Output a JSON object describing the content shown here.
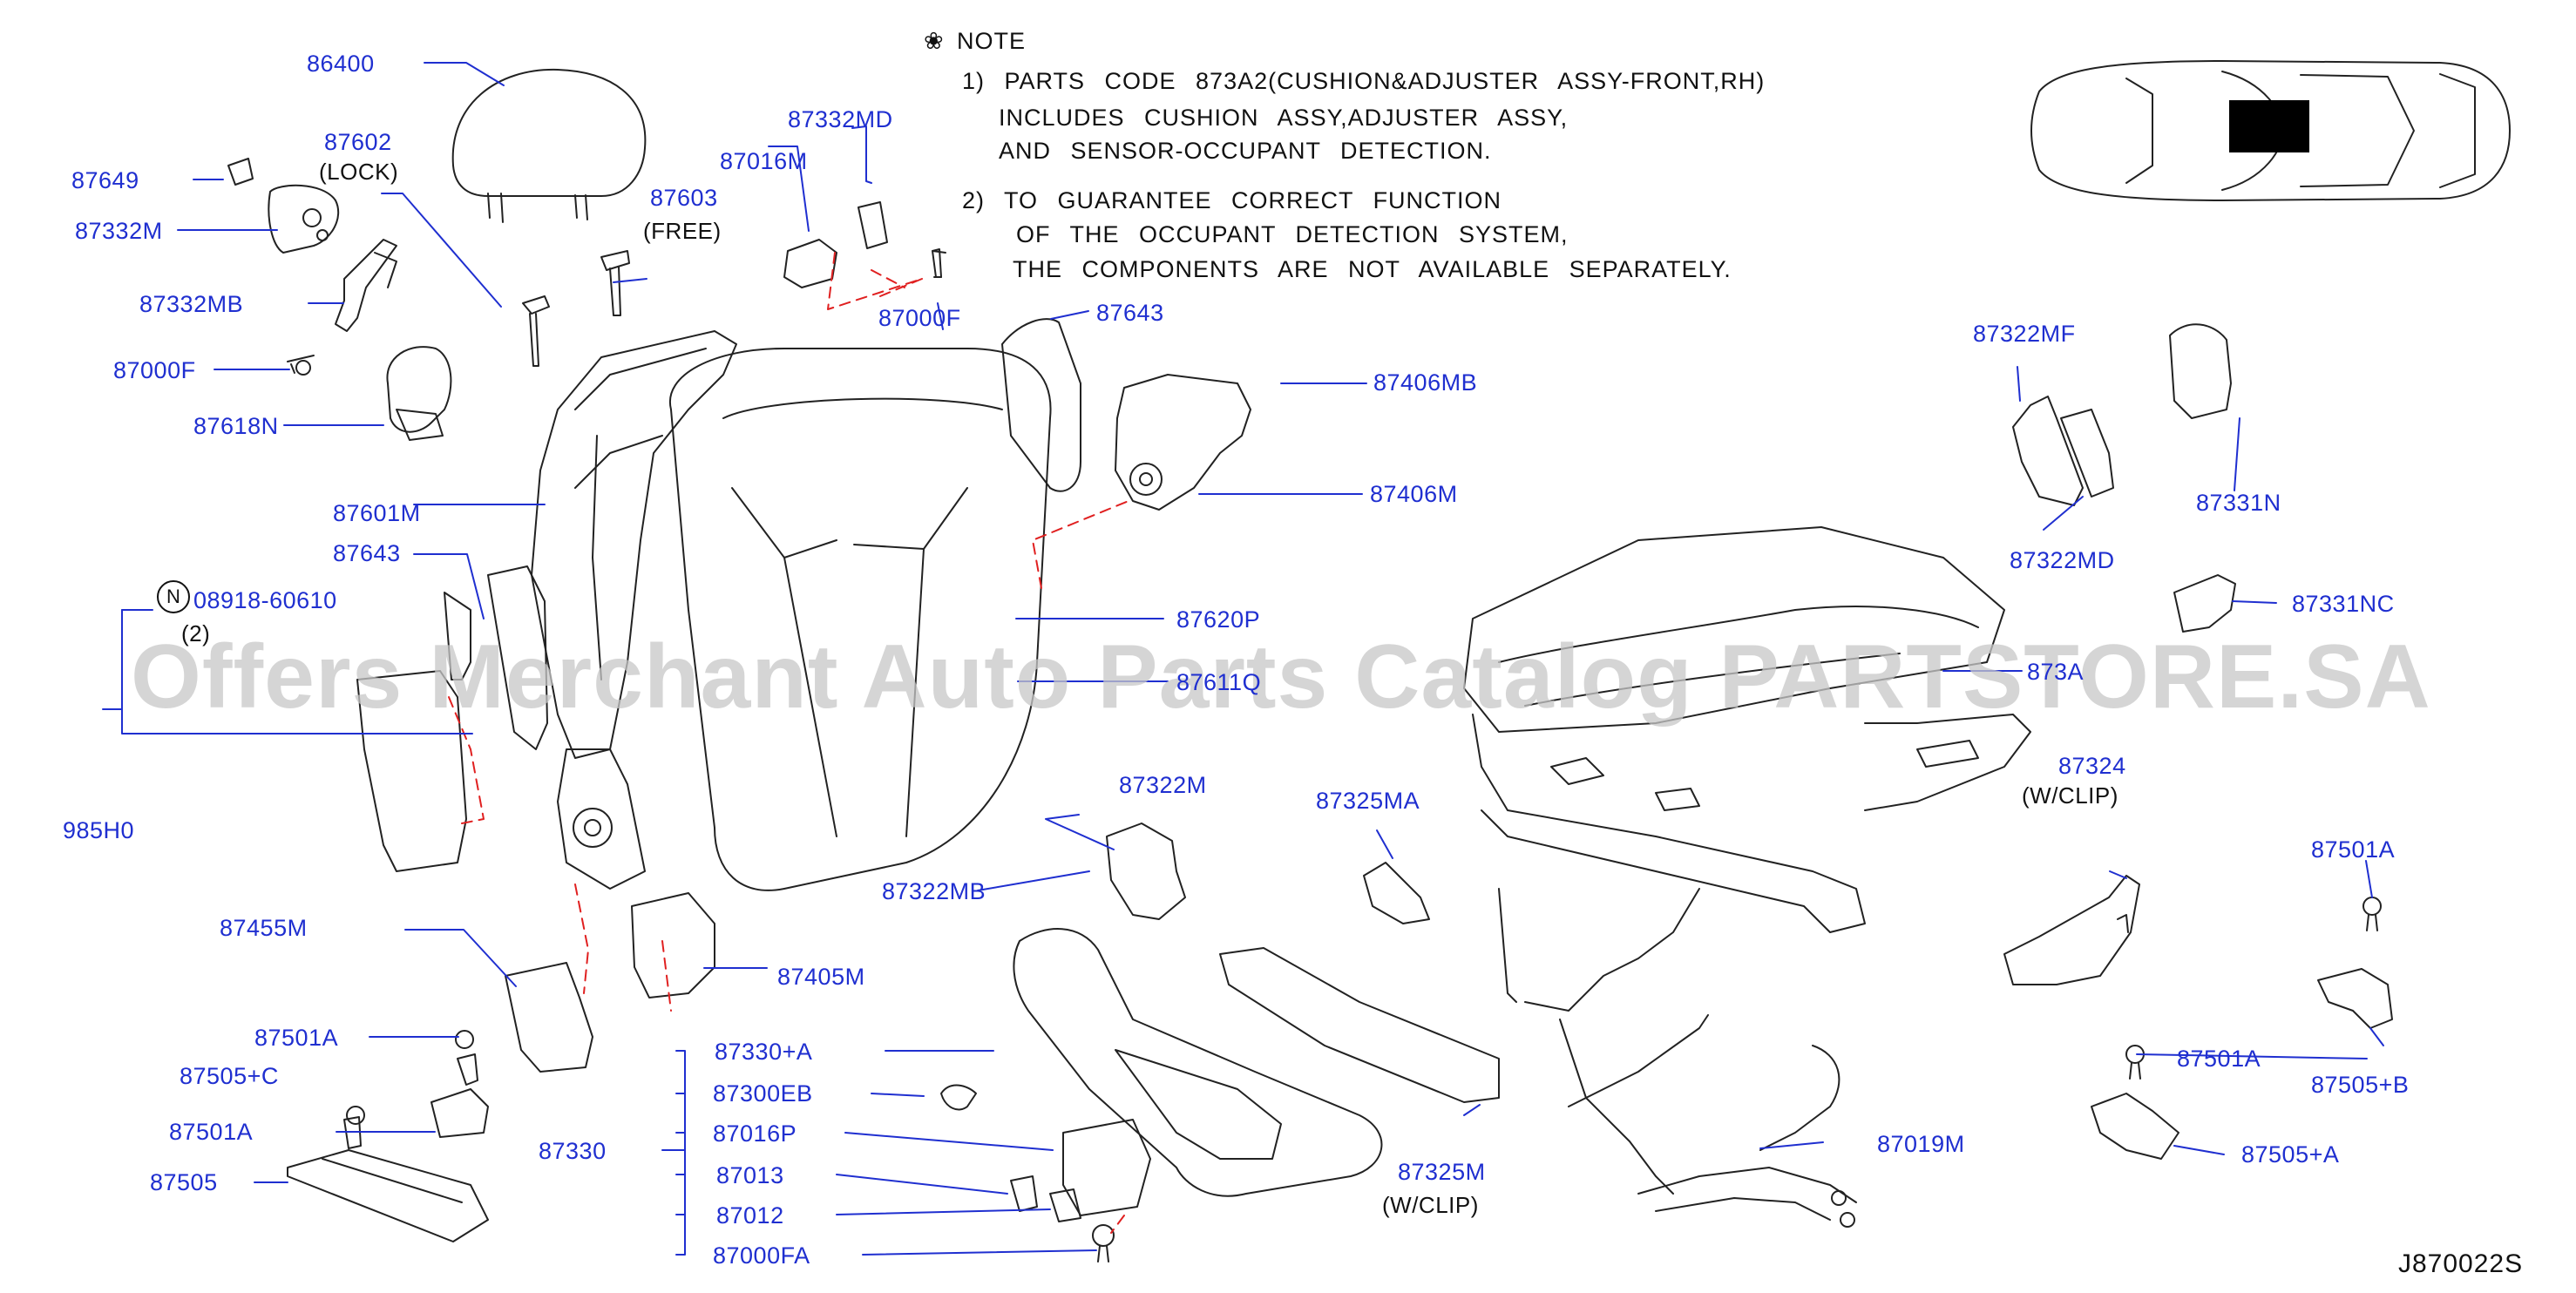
{
  "note": {
    "symbol": "❀",
    "heading": "NOTE",
    "lines": [
      "1) PARTS CODE 873A2(CUSHION&ADJUSTER ASSY-FRONT,RH)",
      "INCLUDES CUSHION ASSY,ADJUSTER ASSY,",
      "AND SENSOR-OCCUPANT DETECTION.",
      "2) TO GUARANTEE CORRECT FUNCTION",
      "OF THE OCCUPANT DETECTION SYSTEM,",
      "THE COMPONENTS ARE NOT AVAILABLE SEPARATELY."
    ]
  },
  "diagram_code": "J870022S",
  "watermark": "Offers Merchant Auto Parts Catalog PARTSTORE.SA",
  "nut_symbol": "N",
  "colors": {
    "label": "#1f2fd0",
    "line": "#1f2fd0",
    "drawing": "#222222",
    "dash": "#e02020",
    "watermark": "#c8c8c8"
  },
  "labels": {
    "p86400": "86400",
    "p87602": "87602",
    "lock": "(LOCK)",
    "p87649": "87649",
    "p87332M": "87332M",
    "p87332MB": "87332MB",
    "p87000F_left": "87000F",
    "p87618N": "87618N",
    "p87603": "87603",
    "free": "(FREE)",
    "p87332MD": "87332MD",
    "p87016M": "87016M",
    "p87000F_mid": "87000F",
    "p87643_top": "87643",
    "p87406MB": "87406MB",
    "p87406M": "87406M",
    "p87601M": "87601M",
    "p87643_left": "87643",
    "p08918": "08918-60610",
    "qty2": "(2)",
    "p985H0": "985H0",
    "p87620P": "87620P",
    "p87611Q": "87611Q",
    "p87455M": "87455M",
    "p87501A_1": "87501A",
    "p87505C": "87505+C",
    "p87501A_2": "87501A",
    "p87505": "87505",
    "p87405M": "87405M",
    "p87322M": "87322M",
    "p87322MB": "87322MB",
    "p87325MA": "87325MA",
    "p87330A": "87330+A",
    "p87300EB": "87300EB",
    "p87330": "87330",
    "p87016P": "87016P",
    "p87013": "87013",
    "p87012": "87012",
    "p87000FA": "87000FA",
    "p87325M": "87325M",
    "wclip_1": "(W/CLIP)",
    "p87019M": "87019M",
    "p873A": "873A",
    "p87322MF": "87322MF",
    "p87322MD": "87322MD",
    "p87331N": "87331N",
    "p87331NC": "87331NC",
    "p87324": "87324",
    "wclip_2": "(W/CLIP)",
    "p87501A_3": "87501A",
    "p87505B": "87505+B",
    "p87501A_4": "87501A",
    "p87505A": "87505+A"
  }
}
